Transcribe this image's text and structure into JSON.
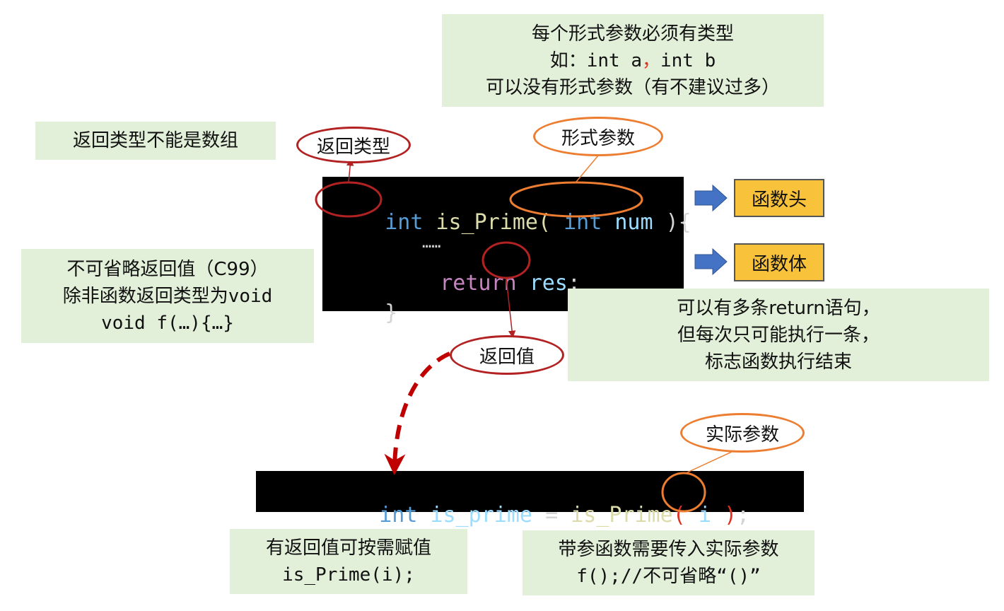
{
  "notes": {
    "param_type": {
      "line1": "每个形式参数必须有类型",
      "line2_prefix": "如：int a",
      "line2_sep": "，",
      "line2_suffix": "int b",
      "line3": "可以没有形式参数（有不建议过多）"
    },
    "return_array": {
      "text": "返回类型不能是数组"
    },
    "no_omit_return": {
      "line1": "不可省略返回值（C99）",
      "line2": "除非函数返回类型为void",
      "line3": "void f(…){…}"
    },
    "multi_return": {
      "line1": "可以有多条return语句，",
      "line2": "但每次只可能执行一条，",
      "line3": "标志函数执行结束"
    },
    "assign_return": {
      "line1": "有返回值可按需赋值",
      "line2": "is_Prime(i);"
    },
    "pass_args": {
      "line1": "带参函数需要传入实际参数",
      "line2": "f();//不可省略“()”"
    }
  },
  "labels": {
    "return_type": "返回类型",
    "formal_params": "形式参数",
    "return_value": "返回值",
    "actual_params": "实际参数",
    "func_head": "函数头",
    "func_body": "函数体"
  },
  "code_def": {
    "ret_type": "int",
    "fn_name": "is_Prime(",
    "param_type": "int",
    "param_name": "num",
    "close": "){",
    "ellipsis": "……",
    "return_kw": "return",
    "return_val": "res",
    "semicolon": ";",
    "end_brace": "}"
  },
  "code_call": {
    "type": "int",
    "var": "is_prime",
    "eq": "=",
    "fn": "is_Prime",
    "paren_open": "(",
    "arg": "i",
    "paren_close": ")",
    "semicolon": ";"
  },
  "colors": {
    "note_bg": "#e2efd9",
    "tag_bg": "#f8c23a",
    "red_oval": "#b22222",
    "orange_oval": "#ed7d31",
    "arrow_blue": "#4472c4",
    "dashed_arrow": "#c00000"
  }
}
